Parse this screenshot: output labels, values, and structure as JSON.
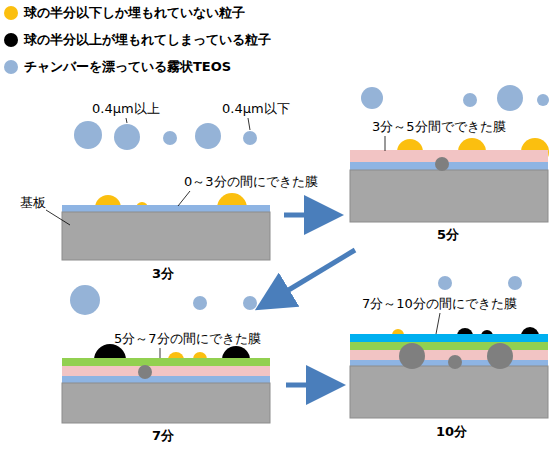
{
  "diagram": {
    "labels": [
      "0.4μm以上",
      "0.4μm以下",
      "基板",
      "0～3分の間にできた膜",
      "3分",
      "3分～5分間でできた膜",
      "5分",
      "5分～7分の間にできた膜",
      "7分",
      "7分～10分の間にできた膜",
      "10分"
    ],
    "legend": [
      {
        "text": "球の半分以下しか埋もれていない粒子",
        "color": "#fbbf0f"
      },
      {
        "text": "球の半分以上が埋もれてしまっている粒子",
        "color": "#000000"
      },
      {
        "text": "チャンバーを漂っている霧状TEOS",
        "color": "#95b3d7"
      }
    ]
  }
}
